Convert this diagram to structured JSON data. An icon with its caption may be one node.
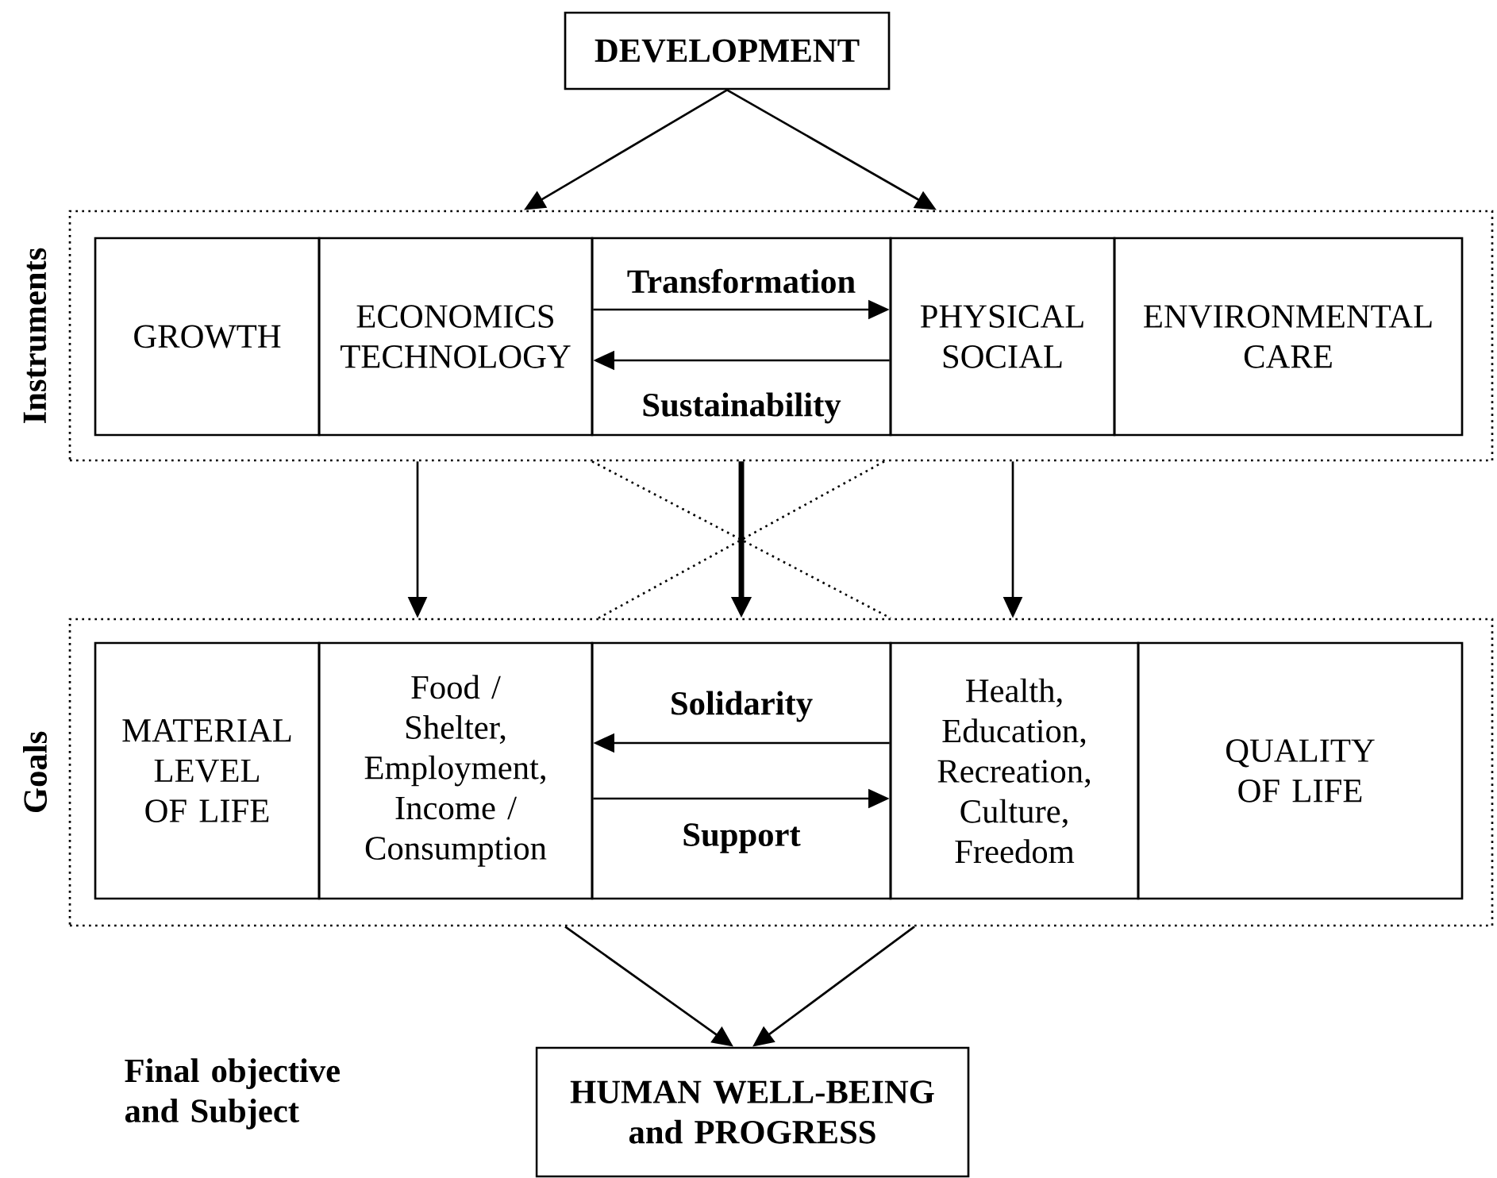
{
  "diagram": {
    "nodes": [
      {
        "text": [
          "DEVELOPMENT"
        ]
      },
      {
        "text": [
          "Instruments"
        ]
      },
      {
        "text": [
          "GROWTH"
        ],
        "in": 1
      },
      {
        "text": [
          "ECONOMICS TECHNOLOGY"
        ],
        "in": 1
      },
      {
        "text": [
          "PHYSICAL SOCIAL"
        ],
        "in": 1
      },
      {
        "text": [
          "ENVIRONMENTAL CARE"
        ],
        "in": 1
      },
      {
        "text": [
          "Goals"
        ]
      },
      {
        "text": [
          "MATERIAL LEVEL OF LIFE"
        ],
        "in": 6
      },
      {
        "text": [
          "Food / Shelter, Employment, Income / Consumption"
        ],
        "in": 6
      },
      {
        "text": [
          "Health, Education, Recreation, Culture, Freedom"
        ],
        "in": 6
      },
      {
        "text": [
          "QUALITY OF LIFE"
        ],
        "in": 6
      },
      {
        "text": [
          "HUMAN WELL-BEING and PROGRESS"
        ]
      }
    ],
    "edges": [
      {
        "from": 0,
        "to": 1,
        "arrow": "to"
      },
      {
        "from": 0,
        "to": 1,
        "arrow": "to"
      },
      {
        "from": 3,
        "to": 4,
        "arrow": "to",
        "label": "Transformation"
      },
      {
        "from": 4,
        "to": 3,
        "arrow": "to",
        "label": "Sustainability"
      },
      {
        "from": 1,
        "to": 6,
        "arrow": "to"
      },
      {
        "from": 1,
        "to": 6,
        "arrow": "to",
        "style": "thick"
      },
      {
        "from": 1,
        "to": 6,
        "arrow": "to"
      },
      {
        "from": 1,
        "to": 6,
        "arrow": "none",
        "style": "dashed"
      },
      {
        "from": 1,
        "to": 6,
        "arrow": "none",
        "style": "dashed"
      },
      {
        "from": 9,
        "to": 8,
        "arrow": "to",
        "label": "Solidarity"
      },
      {
        "from": 8,
        "to": 9,
        "arrow": "to",
        "label": "Support"
      },
      {
        "from": 6,
        "to": 11,
        "arrow": "to"
      },
      {
        "from": 6,
        "to": 11,
        "arrow": "to"
      }
    ],
    "labels": [
      "Final objective and Subject"
    ]
  }
}
